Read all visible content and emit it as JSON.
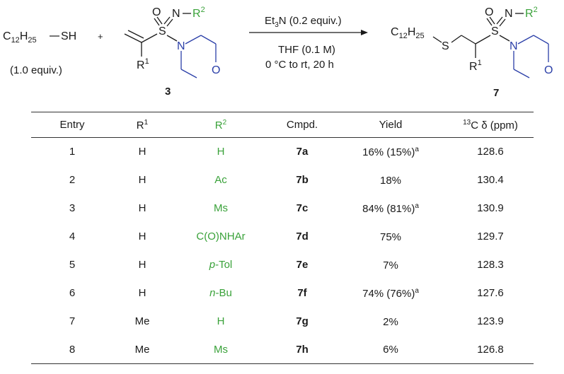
{
  "scheme": {
    "thiol": {
      "c": "C",
      "sub1": "12",
      "h": "H",
      "sub2": "25",
      "sh": "SH"
    },
    "thiol_equiv": "(1.0 equiv.)",
    "plus": "+",
    "sulfonimidamide": {
      "o": "O",
      "s": "S",
      "n_imine": "N",
      "r2": "R",
      "r2_sup": "2",
      "r1": "R",
      "r1_sup": "1",
      "n_ring": "N",
      "o_ring": "O"
    },
    "compound_3": "3",
    "reagent_a": "Et",
    "reagent_a_sub": "3",
    "reagent_b": "N (0.2 equiv.)",
    "solvent": "THF (0.1 M)",
    "conditions": "0 °C to rt, 20 h",
    "product": {
      "c": "C",
      "sub1": "12",
      "h": "H",
      "sub2": "25",
      "s_thio": "S",
      "o": "O",
      "s": "S",
      "n_imine": "N",
      "r2": "R",
      "r2_sup": "2",
      "r1": "R",
      "r1_sup": "1",
      "n_ring": "N",
      "o_ring": "O"
    },
    "compound_7": "7"
  },
  "table": {
    "headers": {
      "entry": "Entry",
      "r1": "R",
      "r1_sup": "1",
      "r2": "R",
      "r2_sup": "2",
      "cmpd": "Cmpd.",
      "yield": "Yield",
      "nmr_sup": "13",
      "nmr": "C δ (ppm)"
    },
    "rows": [
      {
        "entry": "1",
        "r1": "H",
        "r2_pre": "",
        "r2": "H",
        "cmpd": "7a",
        "yield": "16% (15%)",
        "note": "a",
        "shift": "128.6"
      },
      {
        "entry": "2",
        "r1": "H",
        "r2_pre": "",
        "r2": "Ac",
        "cmpd": "7b",
        "yield": "18%",
        "note": "",
        "shift": "130.4"
      },
      {
        "entry": "3",
        "r1": "H",
        "r2_pre": "",
        "r2": "Ms",
        "cmpd": "7c",
        "yield": "84% (81%)",
        "note": "a",
        "shift": "130.9"
      },
      {
        "entry": "4",
        "r1": "H",
        "r2_pre": "",
        "r2": "C(O)NHAr",
        "cmpd": "7d",
        "yield": "75%",
        "note": "",
        "shift": "129.7"
      },
      {
        "entry": "5",
        "r1": "H",
        "r2_pre": "p",
        "r2": "-Tol",
        "cmpd": "7e",
        "yield": "7%",
        "note": "",
        "shift": "128.3"
      },
      {
        "entry": "6",
        "r1": "H",
        "r2_pre": "n",
        "r2": "-Bu",
        "cmpd": "7f",
        "yield": "74% (76%)",
        "note": "a",
        "shift": "127.6"
      },
      {
        "entry": "7",
        "r1": "Me",
        "r2_pre": "",
        "r2": "H",
        "cmpd": "7g",
        "yield": "2%",
        "note": "",
        "shift": "123.9"
      },
      {
        "entry": "8",
        "r1": "Me",
        "r2_pre": "",
        "r2": "Ms",
        "cmpd": "7h",
        "yield": "6%",
        "note": "",
        "shift": "126.8"
      }
    ]
  },
  "colors": {
    "r2_group": "#3aa23a",
    "ring_atoms": "#2b3fa8",
    "text": "#1a1a1a"
  }
}
